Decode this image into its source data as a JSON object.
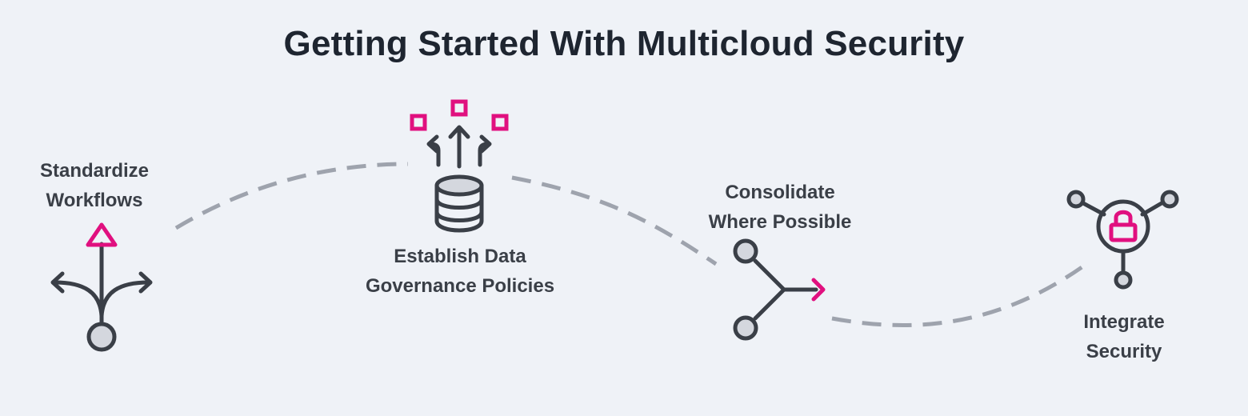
{
  "title": "Getting Started With Multicloud Security",
  "colors": {
    "background": "#eff2f7",
    "icon_stroke": "#3a3f47",
    "accent": "#e0107f",
    "path_dash": "#9ea3ad",
    "icon_fill": "#d4d7de"
  },
  "steps": [
    {
      "line1": "Standardize",
      "line2": "Workflows",
      "icon": "branching-arrows-icon"
    },
    {
      "line1": "Establish Data",
      "line2": "Governance Policies",
      "icon": "database-icon"
    },
    {
      "line1": "Consolidate",
      "line2": "Where Possible",
      "icon": "merge-arrow-icon"
    },
    {
      "line1": "Integrate",
      "line2": "Security",
      "icon": "lock-network-icon"
    }
  ]
}
